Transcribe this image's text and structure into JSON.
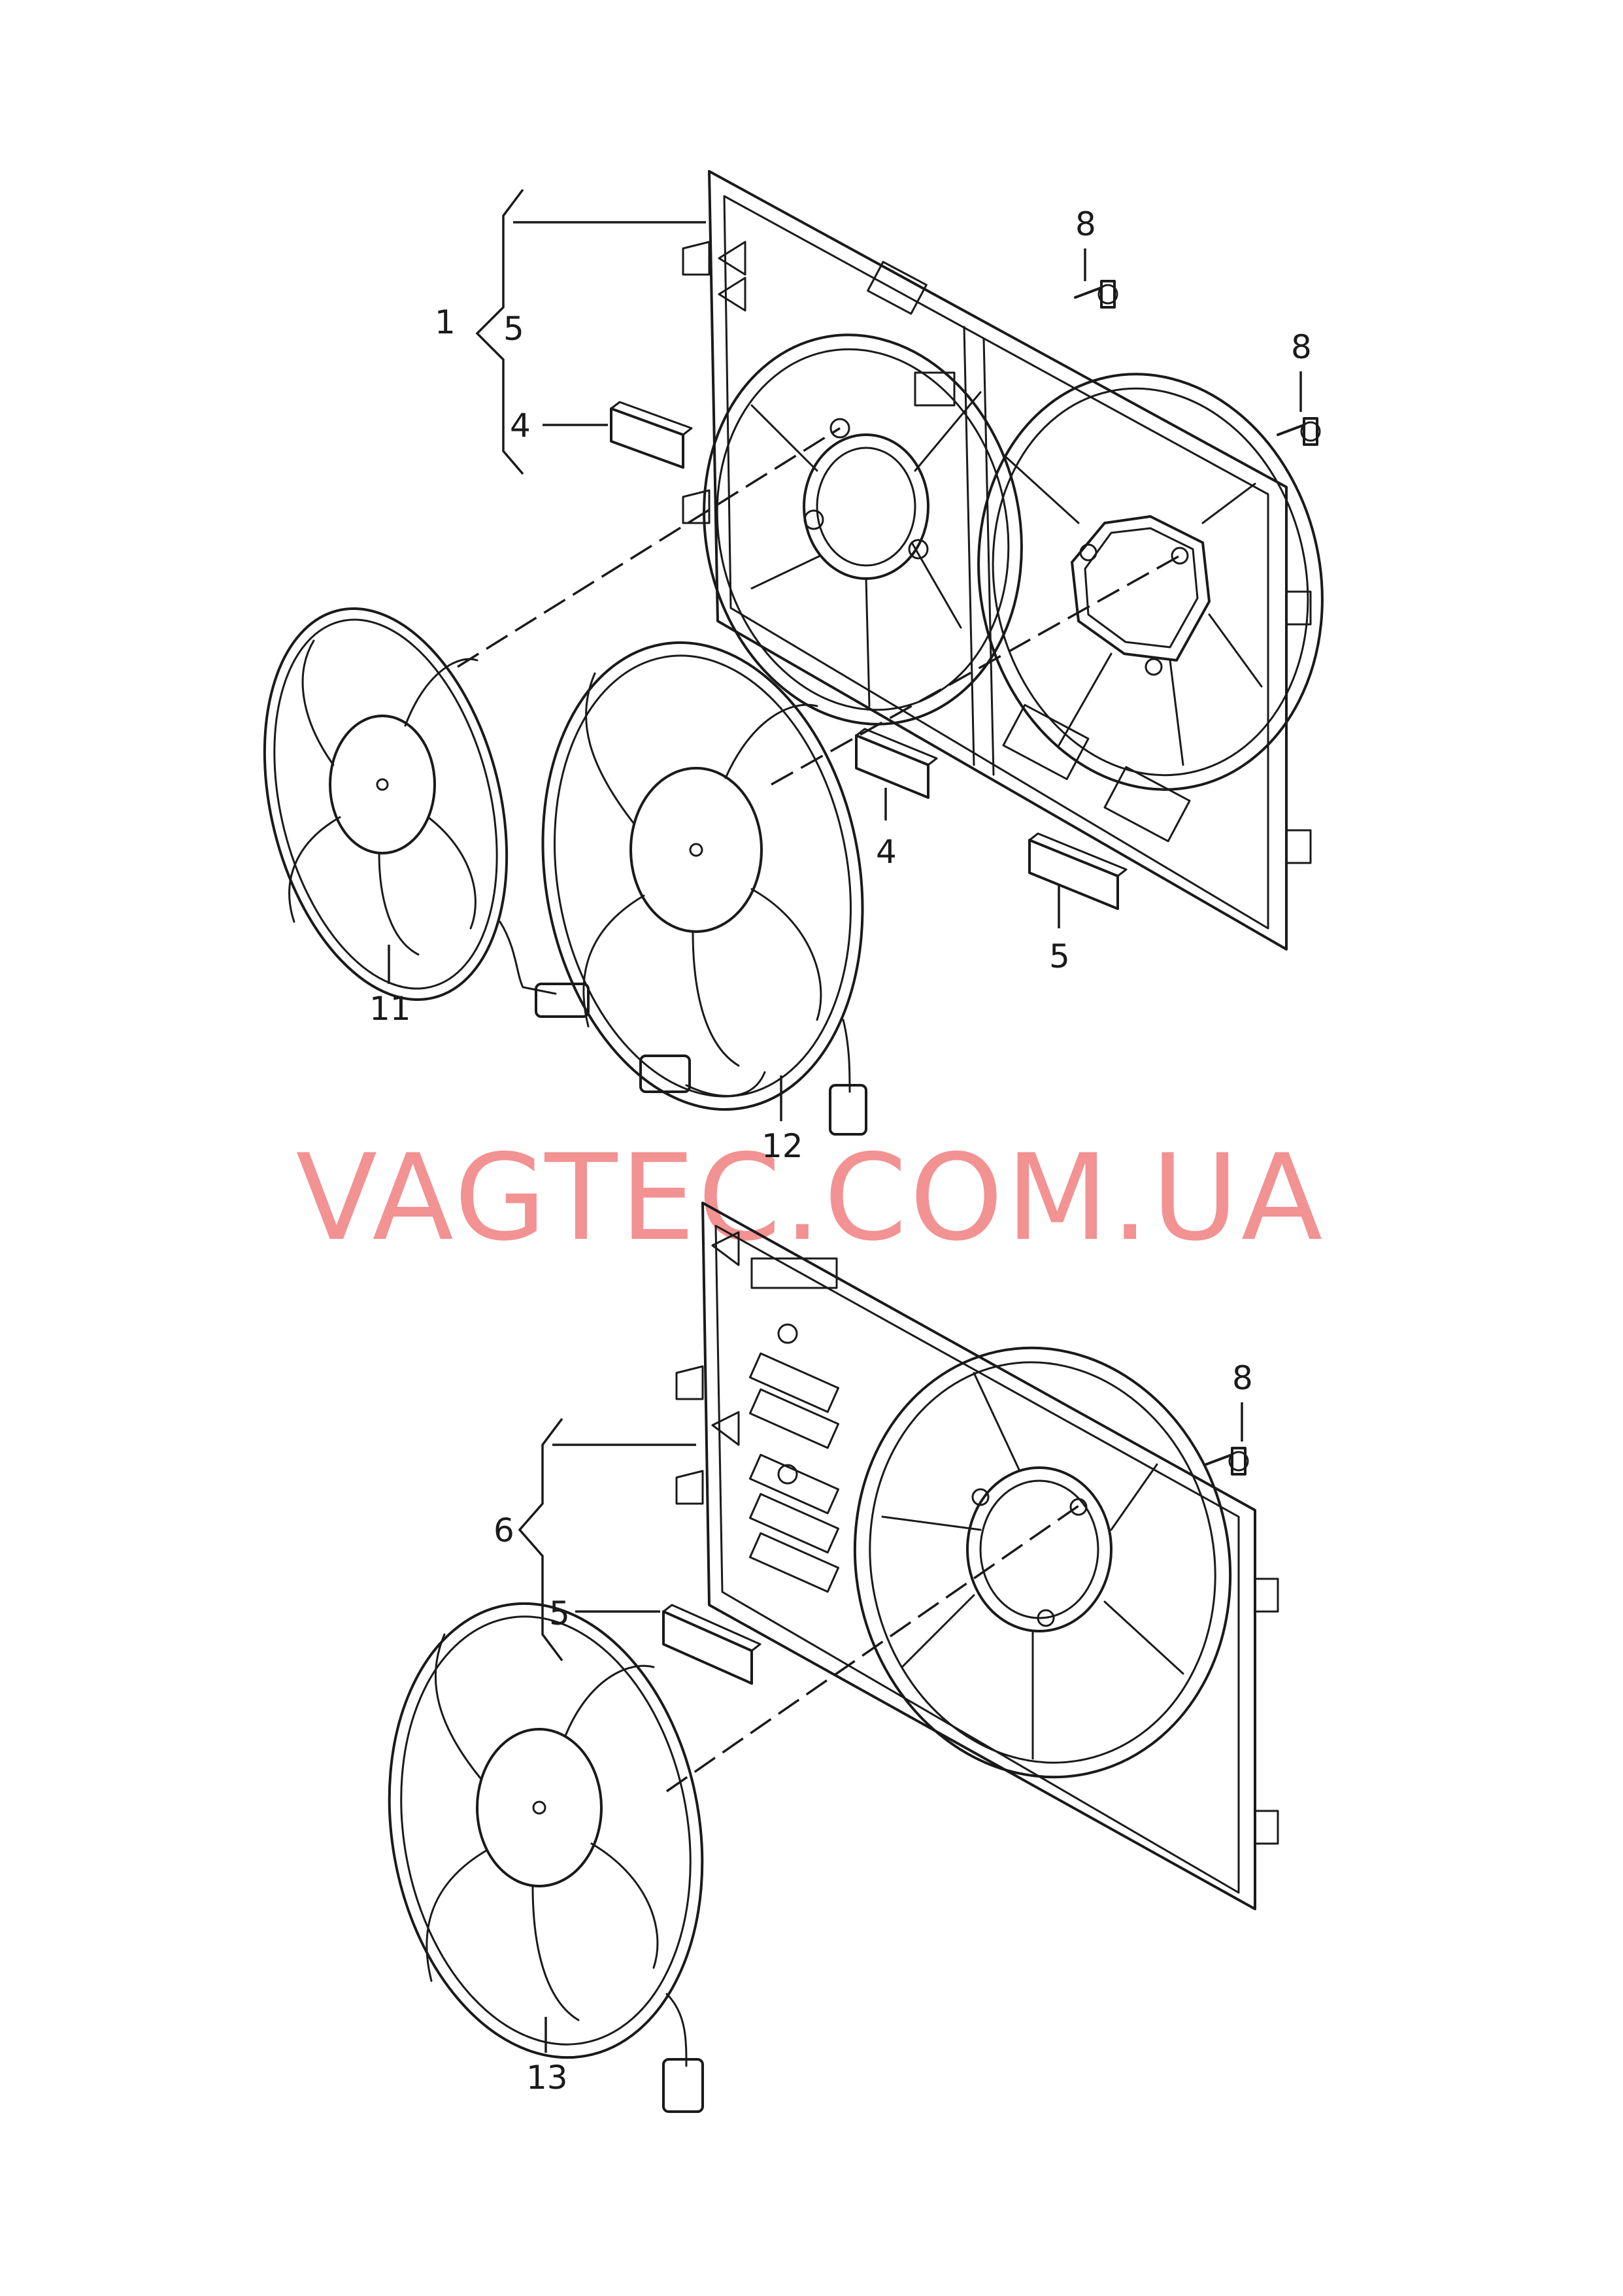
{
  "watermark": "VAGTEC.COM.UA",
  "colors": {
    "line": "#1a1a1a",
    "watermark": "#f08080",
    "background": "#ffffff"
  },
  "callouts": {
    "c1": "1",
    "c5_top": "5",
    "c4_top": "4",
    "c8_a": "8",
    "c8_b": "8",
    "c4_mid": "4",
    "c5_mid": "5",
    "c11": "11",
    "c12": "12",
    "c8_c": "8",
    "c6": "6",
    "c5_low": "5",
    "c13": "13"
  }
}
